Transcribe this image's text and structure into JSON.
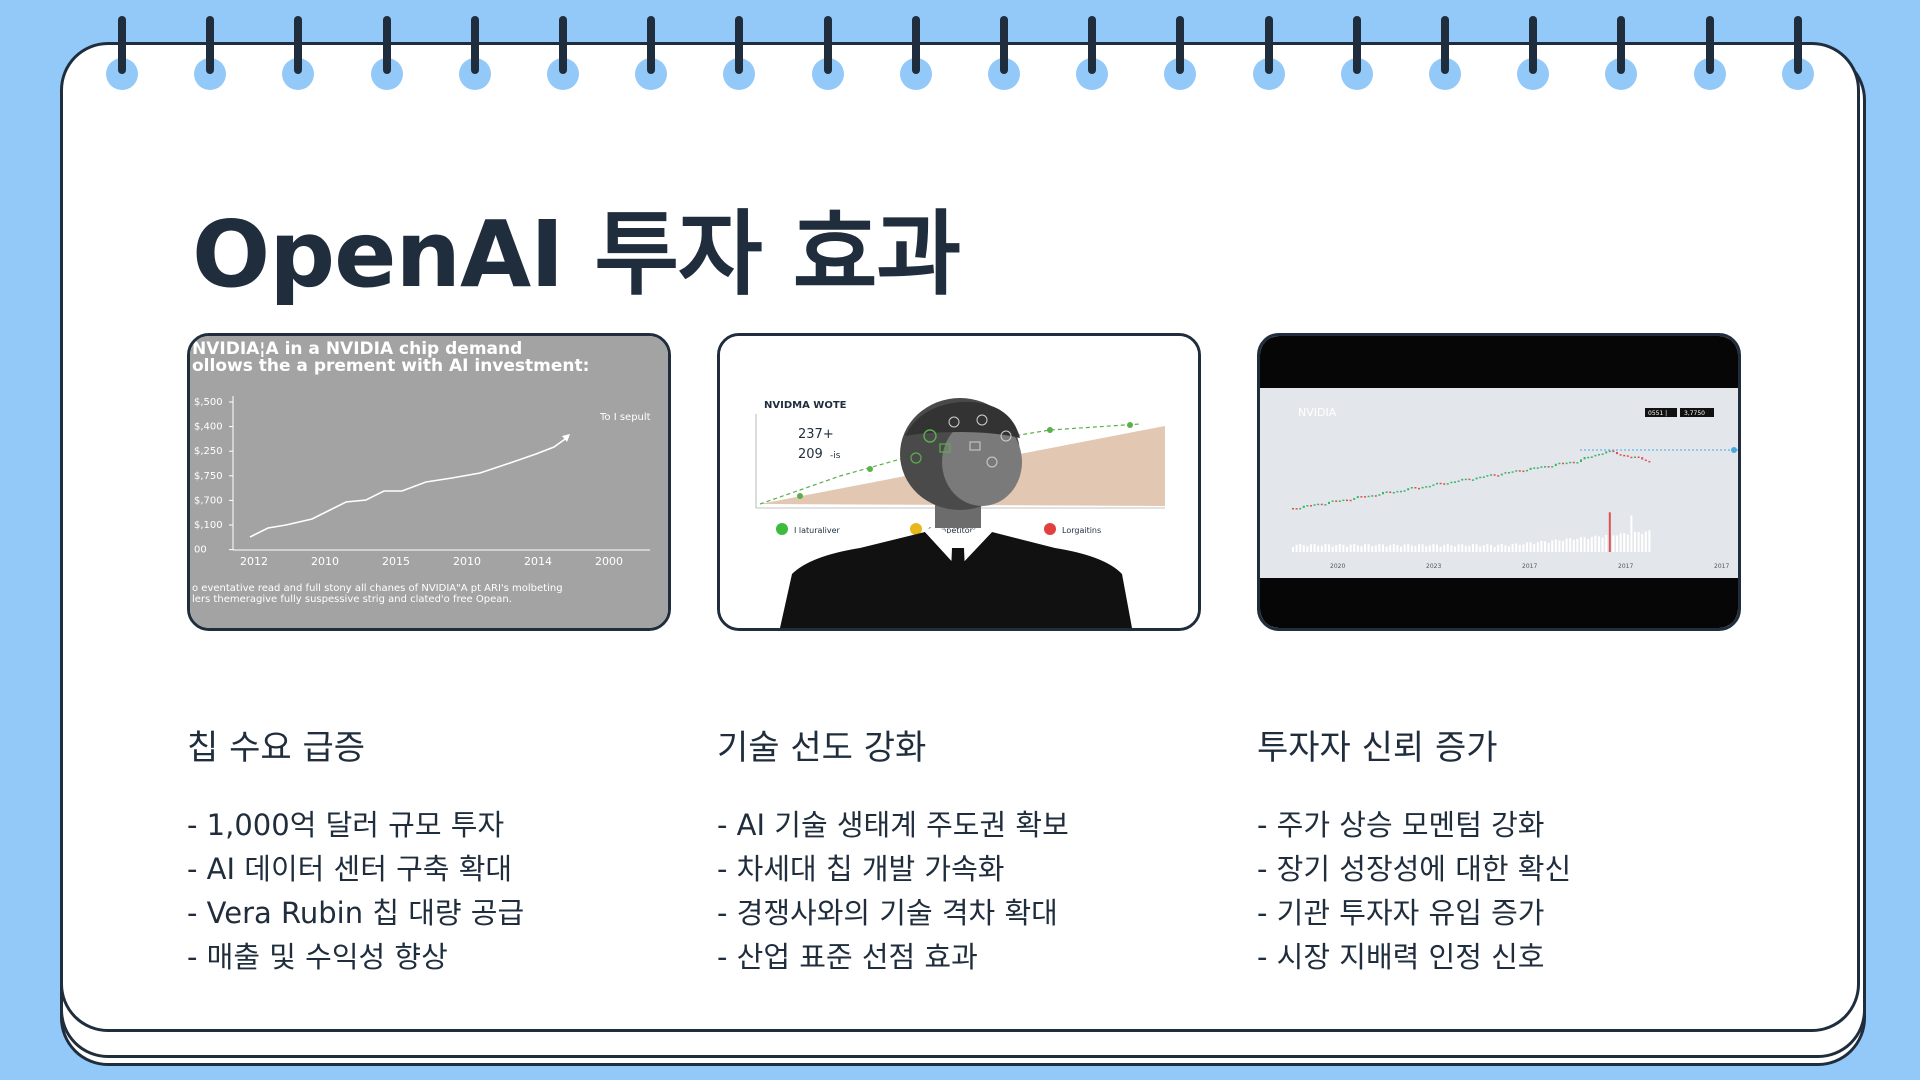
{
  "slide": {
    "title": "OpenAI 투자 효과",
    "colors": {
      "background": "#93c9f8",
      "ink": "#1f2d3d",
      "card": "#ffffff"
    }
  },
  "images": {
    "chart_image": {
      "heading_line1": "NVIDIA¦A in a NVIDIA chip demand",
      "heading_line2": "ollows the a prement with AI investment:",
      "y_ticks": [
        "$,500",
        "$,400",
        "$,250",
        "$,750",
        "$,700",
        "$,100",
        "00"
      ],
      "x_ticks": [
        "2012",
        "2010",
        "2015",
        "2010",
        "2014",
        "2000"
      ],
      "annotation": "To I sepult",
      "caption_line1": "o eventative read and full stony all chanes of NVIDIA\"A pt ARI's molbeting",
      "caption_line2": "lers themeragive fully suspessive strig and clated'o free Opean."
    },
    "person_image": {
      "label": "NVIDMA WOTE",
      "stat1": "237+",
      "stat2": "209",
      "stat2_suffix": "-is",
      "legend": [
        "I laturaliver",
        "Competitors",
        "Lorgaitins"
      ],
      "legend_colors": [
        "#3dbb3d",
        "#e8b81a",
        "#e04040"
      ]
    },
    "stock_image": {
      "label": "NVIDIA",
      "price_box1": "0551 |",
      "price_box2": "3,7750",
      "x_ticks": [
        "2020",
        "2023",
        "2017",
        "2017",
        "2017"
      ]
    }
  },
  "columns": [
    {
      "heading": "칩 수요 급증",
      "bullets": [
        "- 1,000억 달러 규모 투자",
        "- AI 데이터 센터 구축 확대",
        "- Vera Rubin 칩 대량 공급",
        "- 매출 및 수익성 향상"
      ]
    },
    {
      "heading": "기술 선도 강화",
      "bullets": [
        "- AI 기술 생태계 주도권 확보",
        "- 차세대 칩 개발 가속화",
        "- 경쟁사와의 기술 격차 확대",
        "- 산업 표준 선점 효과"
      ]
    },
    {
      "heading": "투자자 신뢰 증가",
      "bullets": [
        "- 주가 상승 모멘텀 강화",
        "- 장기 성장성에 대한 확신",
        "- 기관 투자자 유입 증가",
        "- 시장 지배력 인정 신호"
      ]
    }
  ]
}
